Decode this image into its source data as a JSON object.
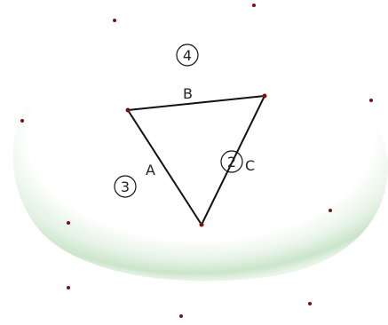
{
  "diagram": {
    "edge_labels": {
      "a": "A",
      "b": "B",
      "c": "C"
    },
    "region_labels": {
      "r2": "2",
      "r3": "3",
      "r4": "4"
    },
    "colors": {
      "background": "#ffffff",
      "surface_shadow": "#cfe8cf",
      "surface_light": "#ffffff",
      "edge": "#111111",
      "vertex": "#7a1010",
      "scatter_point": "#7a1010",
      "label": "#222222"
    }
  }
}
